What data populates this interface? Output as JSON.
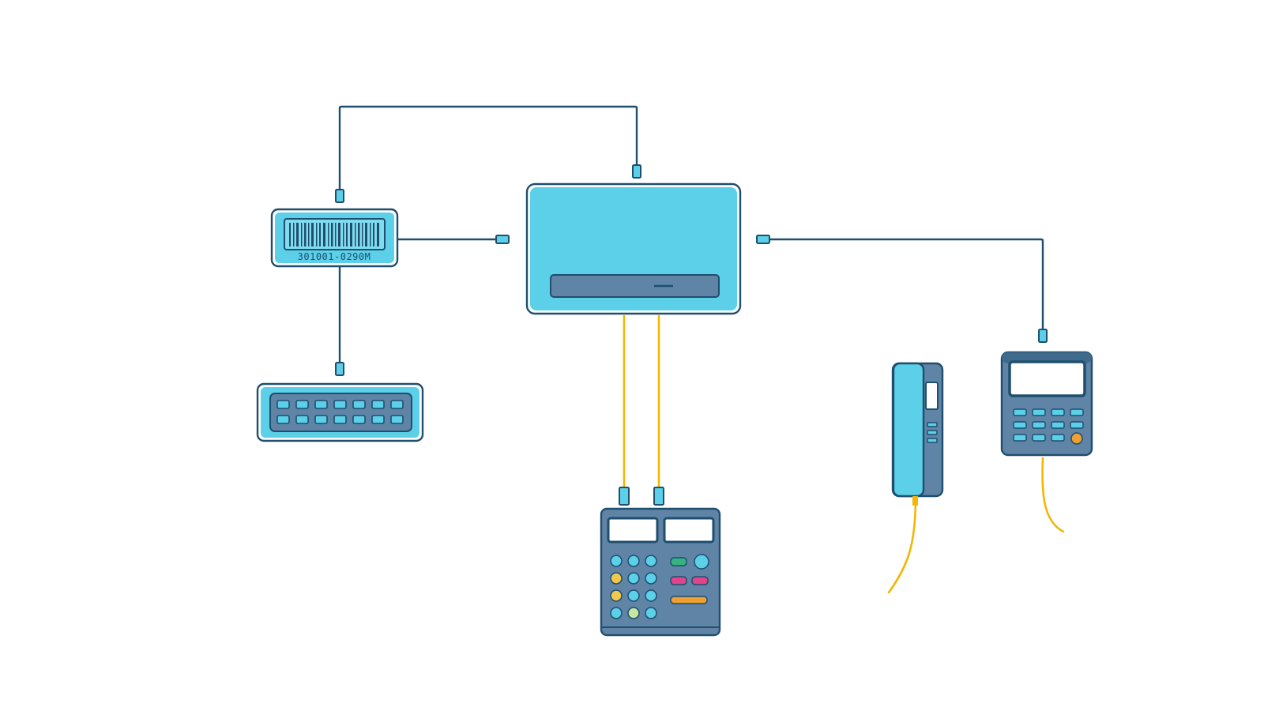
{
  "diagram": {
    "barcode_reader": {
      "label": "301001-0290M"
    },
    "colors": {
      "line_blue": "#1f4e6e",
      "device_fill": "#5bd0e8",
      "device_dark": "#4a7a9a",
      "cable_yellow": "#f2b705",
      "accent_pink": "#e0448a",
      "accent_green": "#36b37e",
      "accent_orange": "#f0a030"
    },
    "icons": [
      "central-hub",
      "barcode-reader",
      "keyboard",
      "pos-terminal",
      "handheld-scanner",
      "payment-terminal"
    ]
  }
}
